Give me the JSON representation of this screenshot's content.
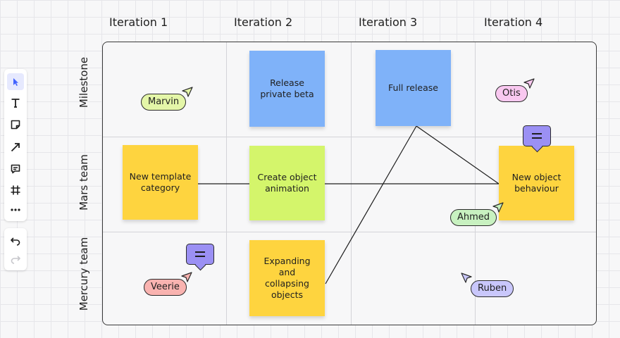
{
  "columns": [
    "Iteration 1",
    "Iteration 2",
    "Iteration 3",
    "Iteration 4"
  ],
  "rows": [
    "Milestone",
    "Mars team",
    "Mercury team"
  ],
  "stickies": [
    {
      "id": "release-private-beta",
      "text": "Release\nprivate beta",
      "color": "#7fb2f9"
    },
    {
      "id": "full-release",
      "text": "Full release",
      "color": "#7fb2f9"
    },
    {
      "id": "new-template-category",
      "text": "New template\ncategory",
      "color": "#fed43f"
    },
    {
      "id": "create-object-animation",
      "text": "Create object\nanimation",
      "color": "#d4f56b"
    },
    {
      "id": "new-object-behaviour",
      "text": "New object\nbehaviour",
      "color": "#fed43f"
    },
    {
      "id": "expanding-collapsing-objects",
      "text": "Expanding\nand\ncollapsing\nobjects",
      "color": "#fed43f"
    }
  ],
  "cursors": [
    {
      "name": "Marvin",
      "color": "#e4f6a8"
    },
    {
      "name": "Otis",
      "color": "#f9c8f0"
    },
    {
      "name": "Ahmed",
      "color": "#c8f1c0"
    },
    {
      "name": "Veerie",
      "color": "#f9b3b0"
    },
    {
      "name": "Ruben",
      "color": "#c9c7fb"
    }
  ],
  "toolbar": {
    "tools": [
      "select-cursor-icon",
      "text-icon",
      "sticky-note-icon",
      "arrow-line-icon",
      "comment-icon",
      "frame-icon",
      "more-icon"
    ],
    "history": [
      "undo-icon",
      "redo-icon"
    ]
  },
  "colors": {
    "accent": "#4262ff",
    "comment": "#9b90f4"
  }
}
